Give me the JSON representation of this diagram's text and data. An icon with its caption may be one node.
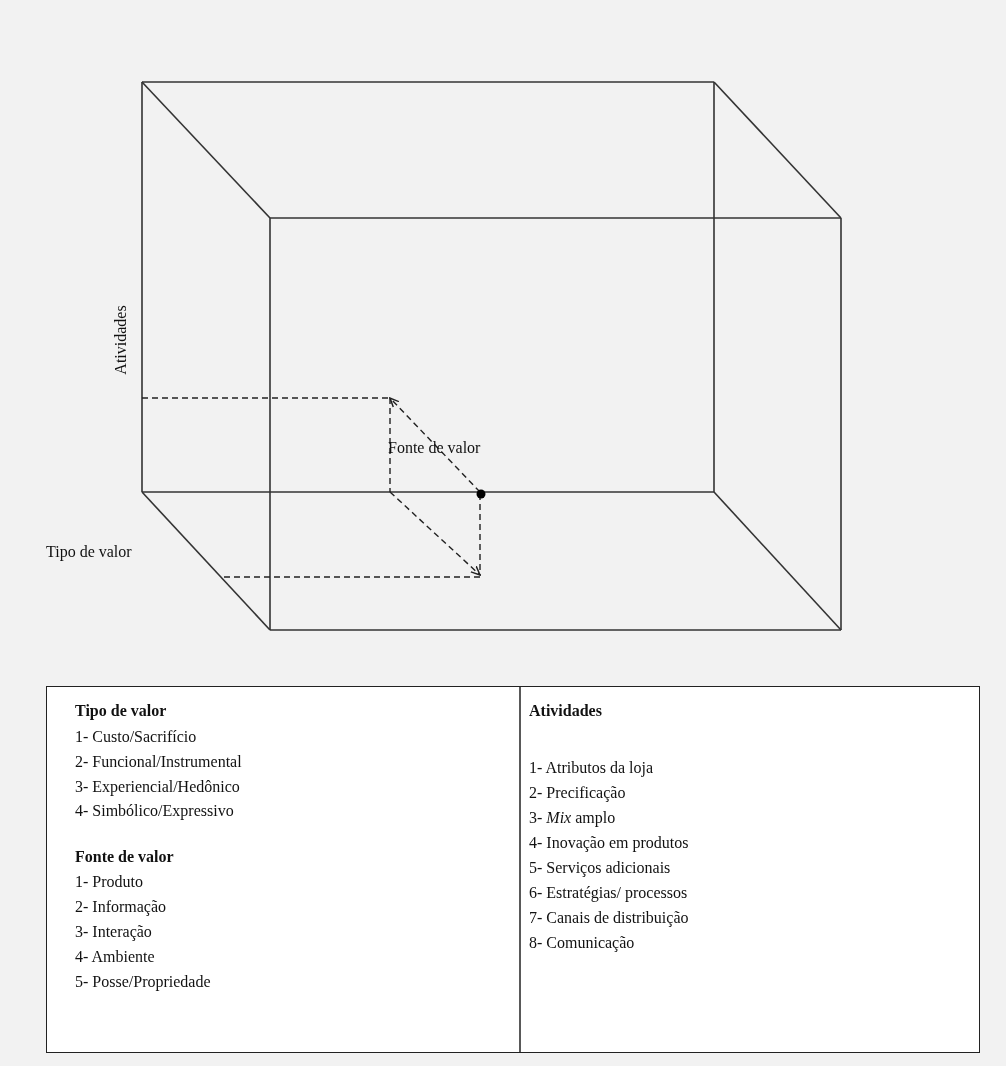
{
  "diagram": {
    "labels": [
      "Atividades",
      "Fonte de valor",
      "Tipo de valor",
      "Tipo de valor",
      "1- Custo/Sacrifício",
      "2- Funcional/Instrumental",
      "3- Experiencial/Hedônico",
      "4- Simbólico/Expressivo",
      "Fonte de valor",
      "1- Produto",
      "2- Informação",
      "3- Interação",
      "4- Ambiente",
      "5- Posse/Propriedade",
      "Atividades",
      "1- Atributos da loja",
      "2- Precificação",
      "3- *Mix* amplo",
      "4- Inovação em produtos",
      "5- Serviços adicionais",
      "6- Estratégias/ processos",
      "7- Canais de distribuição",
      "8- Comunicação"
    ]
  }
}
